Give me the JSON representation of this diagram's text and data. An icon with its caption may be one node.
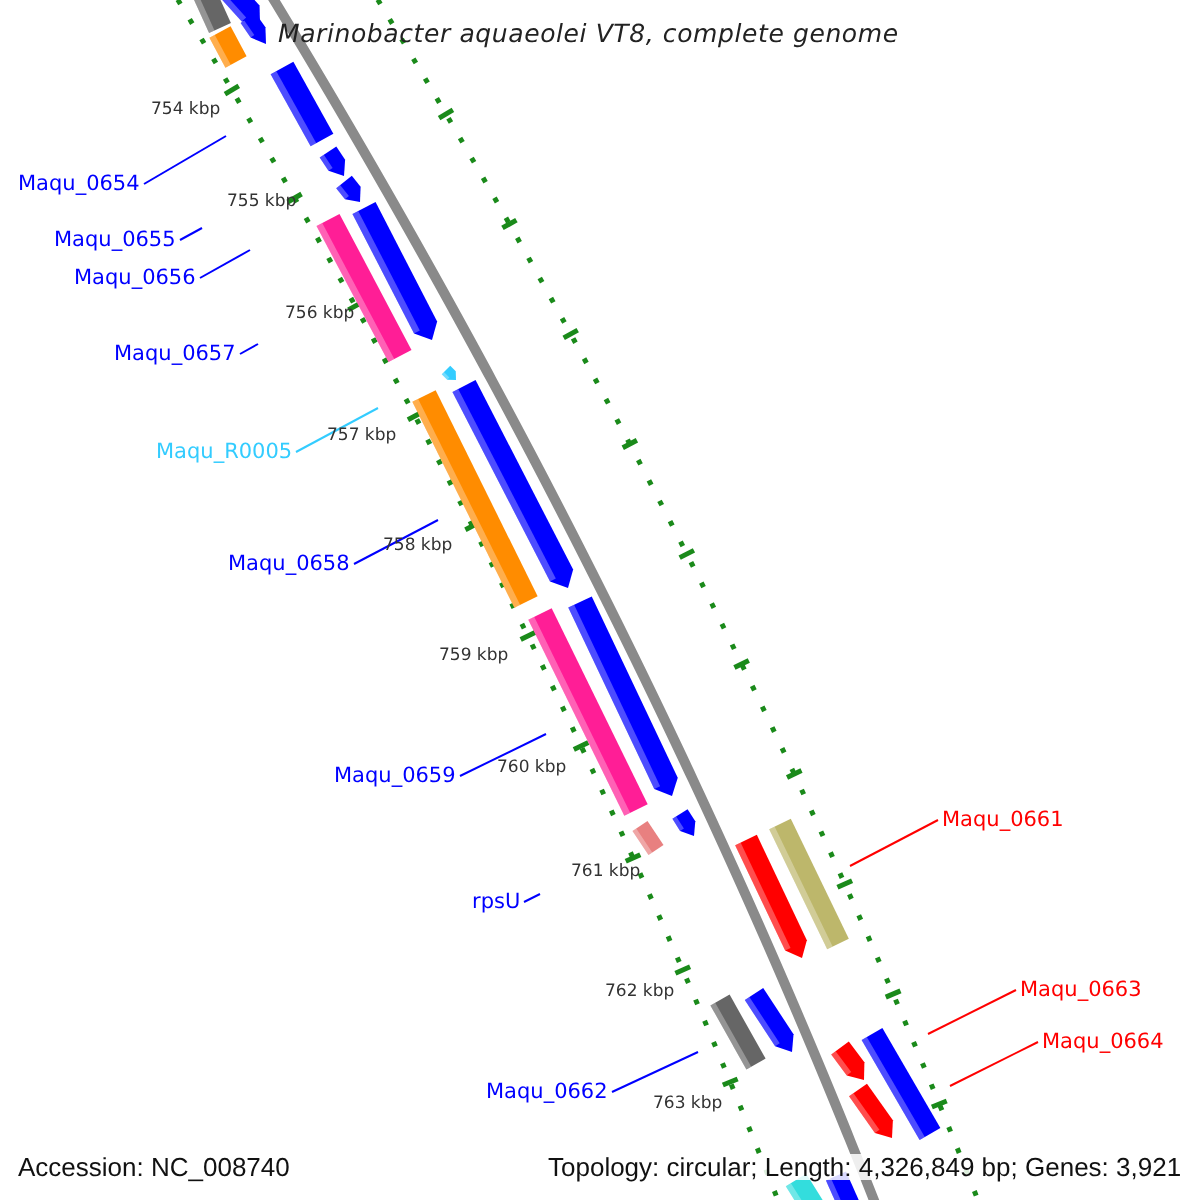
{
  "diagram": {
    "title": "Marinobacter aquaeolei VT8, complete genome",
    "nodes": [
      {
        "text": [
          "Maqu_0654"
        ]
      },
      {
        "text": [
          "Maqu_0655"
        ]
      },
      {
        "text": [
          "Maqu_0656"
        ]
      },
      {
        "text": [
          "Maqu_0657"
        ]
      },
      {
        "text": [
          "Maqu_R0005"
        ]
      },
      {
        "text": [
          "Maqu_0658"
        ]
      },
      {
        "text": [
          "Maqu_0659"
        ]
      },
      {
        "text": [
          "rpsU"
        ]
      },
      {
        "text": [
          "Maqu_0661"
        ]
      },
      {
        "text": [
          "Maqu_0662"
        ]
      },
      {
        "text": [
          "Maqu_0663"
        ]
      },
      {
        "text": [
          "Maqu_0664"
        ]
      }
    ],
    "edges": [
      {
        "from": 0,
        "to": null,
        "arrow": "none"
      },
      {
        "from": 1,
        "to": null,
        "arrow": "none"
      },
      {
        "from": 2,
        "to": null,
        "arrow": "none"
      },
      {
        "from": 3,
        "to": null,
        "arrow": "none"
      },
      {
        "from": 4,
        "to": null,
        "arrow": "none",
        "color": "#33ccff"
      },
      {
        "from": 5,
        "to": null,
        "arrow": "none"
      },
      {
        "from": 6,
        "to": null,
        "arrow": "none"
      },
      {
        "from": 7,
        "to": null,
        "arrow": "none"
      },
      {
        "from": 8,
        "to": null,
        "arrow": "none",
        "color": "#ff0000"
      },
      {
        "from": 9,
        "to": null,
        "arrow": "none"
      },
      {
        "from": 10,
        "to": null,
        "arrow": "none",
        "color": "#ff0000"
      },
      {
        "from": 11,
        "to": null,
        "arrow": "none",
        "color": "#ff0000"
      }
    ],
    "labels": [
      "754 kbp",
      "755 kbp",
      "756 kbp",
      "757 kbp",
      "758 kbp",
      "759 kbp",
      "760 kbp",
      "761 kbp",
      "762 kbp",
      "763 kbp",
      "Accession: NC_008740",
      "Topology: circular; Length: 4,326,849 bp; Genes: 3,921"
    ]
  }
}
